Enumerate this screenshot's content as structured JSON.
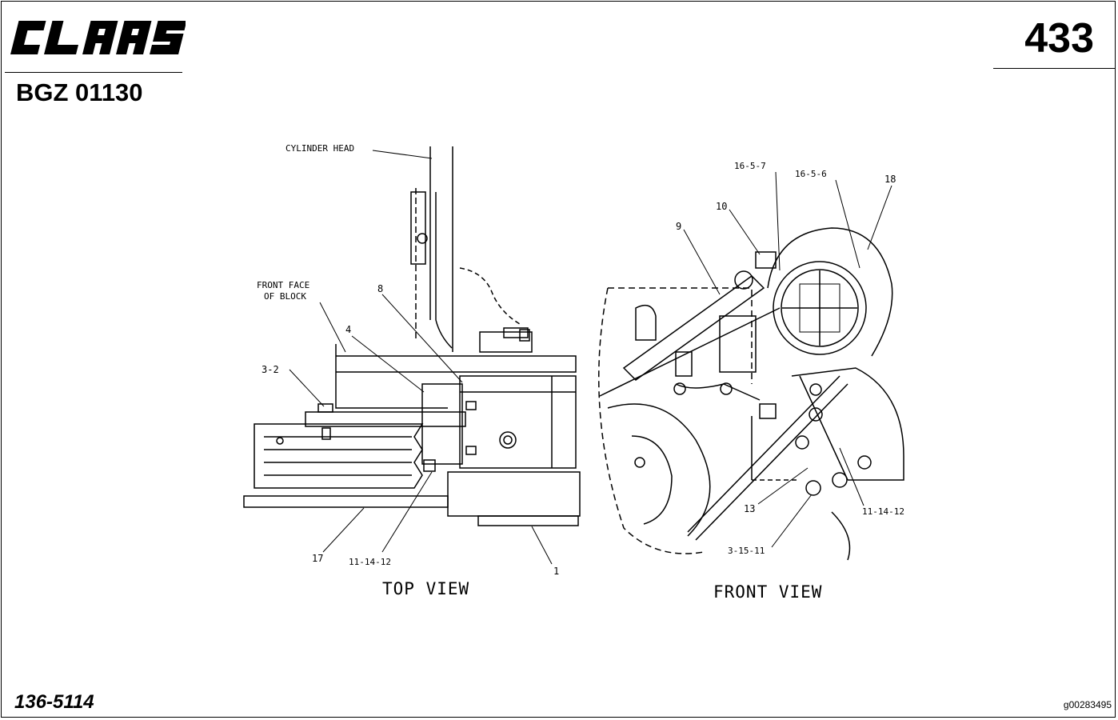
{
  "header": {
    "brand": "CLAAS",
    "doc_id": "BGZ 01130",
    "page_number": "433"
  },
  "footer": {
    "part_number": "136-5114",
    "image_ref": "g00283495"
  },
  "top_view": {
    "caption": "TOP VIEW",
    "labels": {
      "cylinder_head": "CYLINDER HEAD",
      "front_face_1": "FRONT FACE",
      "front_face_2": "OF BLOCK",
      "l_3_2": "3-2",
      "l_4": "4",
      "l_8": "8",
      "l_17": "17",
      "l_11_14_12": "11-14-12",
      "l_1": "1"
    }
  },
  "front_view": {
    "caption": "FRONT VIEW",
    "labels": {
      "l_16_5_7": "16-5-7",
      "l_16_5_6": "16-5-6",
      "l_18": "18",
      "l_10": "10",
      "l_9": "9",
      "l_13": "13",
      "l_11_14_12": "11-14-12",
      "l_3_15_11": "3-15-11"
    }
  }
}
